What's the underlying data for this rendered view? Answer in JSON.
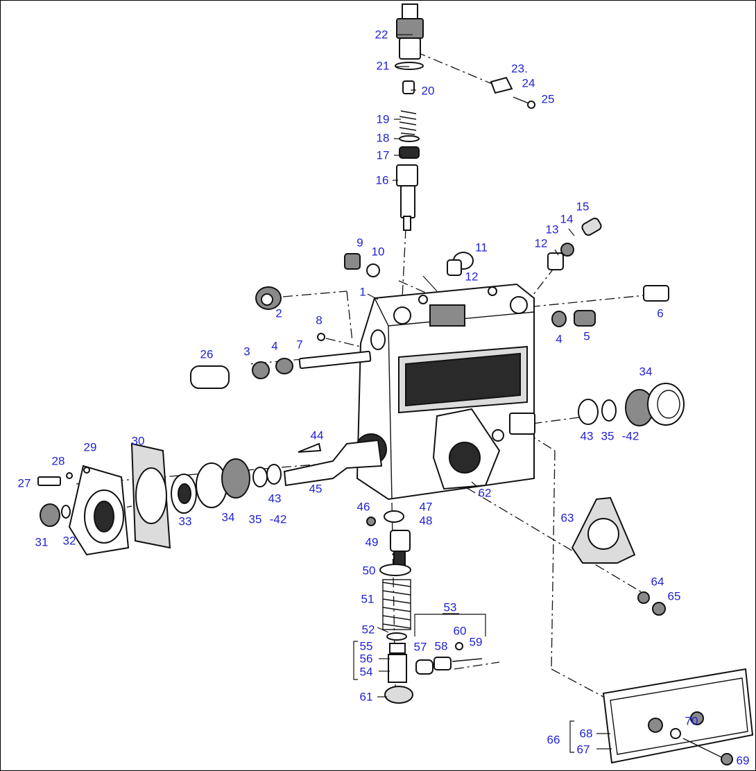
{
  "part_labels": [
    {
      "key": "p1",
      "text": "1"
    },
    {
      "key": "p2",
      "text": "2"
    },
    {
      "key": "p3",
      "text": "3"
    },
    {
      "key": "p4a",
      "text": "4"
    },
    {
      "key": "p4b",
      "text": "4"
    },
    {
      "key": "p5",
      "text": "5"
    },
    {
      "key": "p6",
      "text": "6"
    },
    {
      "key": "p7",
      "text": "7"
    },
    {
      "key": "p8",
      "text": "8"
    },
    {
      "key": "p9",
      "text": "9"
    },
    {
      "key": "p10",
      "text": "10"
    },
    {
      "key": "p11",
      "text": "11"
    },
    {
      "key": "p12a",
      "text": "12"
    },
    {
      "key": "p12b",
      "text": "12"
    },
    {
      "key": "p13",
      "text": "13"
    },
    {
      "key": "p14",
      "text": "14"
    },
    {
      "key": "p15",
      "text": "15"
    },
    {
      "key": "p16",
      "text": "16"
    },
    {
      "key": "p17",
      "text": "17"
    },
    {
      "key": "p18",
      "text": "18"
    },
    {
      "key": "p19",
      "text": "19"
    },
    {
      "key": "p20",
      "text": "20"
    },
    {
      "key": "p21",
      "text": "21"
    },
    {
      "key": "p22",
      "text": "22"
    },
    {
      "key": "p23",
      "text": "23."
    },
    {
      "key": "p24",
      "text": "24"
    },
    {
      "key": "p25",
      "text": "25"
    },
    {
      "key": "p26",
      "text": "26"
    },
    {
      "key": "p27",
      "text": "27"
    },
    {
      "key": "p28",
      "text": "28"
    },
    {
      "key": "p29",
      "text": "29"
    },
    {
      "key": "p30",
      "text": "30"
    },
    {
      "key": "p31",
      "text": "31"
    },
    {
      "key": "p32",
      "text": "32"
    },
    {
      "key": "p33",
      "text": "33"
    },
    {
      "key": "p34a",
      "text": "34"
    },
    {
      "key": "p34b",
      "text": "34"
    },
    {
      "key": "p35a",
      "text": "35"
    },
    {
      "key": "p35b",
      "text": "35"
    },
    {
      "key": "p42a",
      "text": "-42"
    },
    {
      "key": "p42b",
      "text": "-42"
    },
    {
      "key": "p43a",
      "text": "43"
    },
    {
      "key": "p43b",
      "text": "43"
    },
    {
      "key": "p44",
      "text": "44"
    },
    {
      "key": "p45",
      "text": "45"
    },
    {
      "key": "p46",
      "text": "46"
    },
    {
      "key": "p47",
      "text": "47"
    },
    {
      "key": "p48",
      "text": "48"
    },
    {
      "key": "p49",
      "text": "49"
    },
    {
      "key": "p50",
      "text": "50"
    },
    {
      "key": "p51",
      "text": "51"
    },
    {
      "key": "p52",
      "text": "52"
    },
    {
      "key": "p53",
      "text": "53"
    },
    {
      "key": "p54",
      "text": "54"
    },
    {
      "key": "p55",
      "text": "55"
    },
    {
      "key": "p56",
      "text": "56"
    },
    {
      "key": "p57",
      "text": "57"
    },
    {
      "key": "p58",
      "text": "58"
    },
    {
      "key": "p59",
      "text": "59"
    },
    {
      "key": "p60",
      "text": "60"
    },
    {
      "key": "p61",
      "text": "61"
    },
    {
      "key": "p62",
      "text": "62"
    },
    {
      "key": "p63",
      "text": "63"
    },
    {
      "key": "p64",
      "text": "64"
    },
    {
      "key": "p65",
      "text": "65"
    },
    {
      "key": "p66",
      "text": "66"
    },
    {
      "key": "p67",
      "text": "67"
    },
    {
      "key": "p68",
      "text": "68"
    },
    {
      "key": "p69",
      "text": "69"
    },
    {
      "key": "p70",
      "text": "70"
    }
  ],
  "colors": {
    "label": "#1f1fd6",
    "line": "#111111",
    "background": "#ffffff"
  }
}
